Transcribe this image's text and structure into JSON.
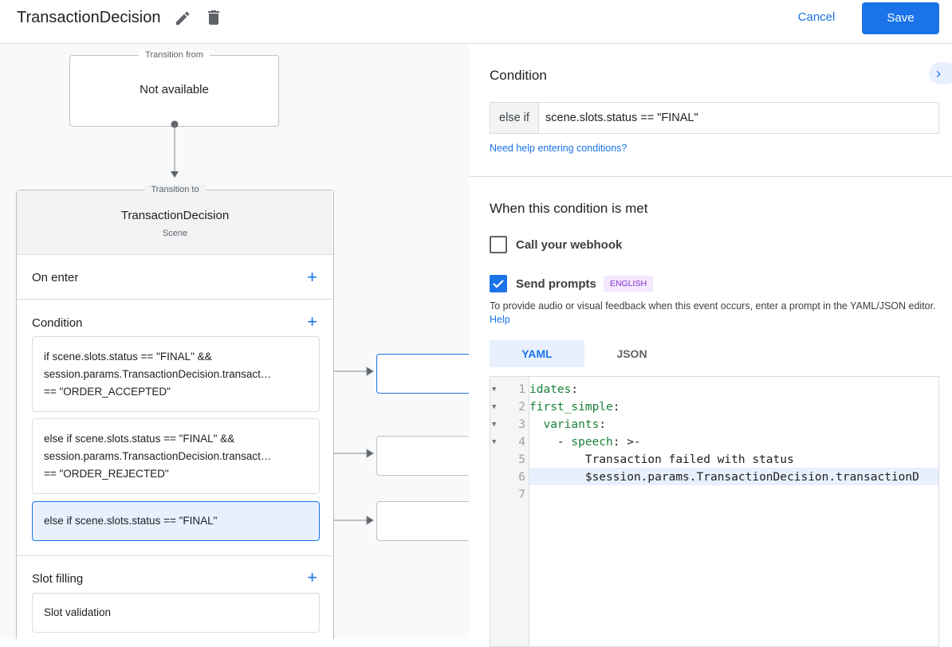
{
  "header": {
    "title": "TransactionDecision",
    "cancel_label": "Cancel",
    "save_label": "Save"
  },
  "canvas": {
    "transition_from": {
      "legend": "Transition from",
      "value": "Not available"
    },
    "scene": {
      "legend": "Transition to",
      "name": "TransactionDecision",
      "type": "Scene"
    },
    "on_enter": "On enter",
    "condition": "Condition",
    "conditions": [
      {
        "lines": [
          "if scene.slots.status == \"FINAL\" &&",
          "session.params.TransactionDecision.transact…",
          "== \"ORDER_ACCEPTED\""
        ]
      },
      {
        "lines": [
          "else if scene.slots.status == \"FINAL\" &&",
          "session.params.TransactionDecision.transact…",
          "== \"ORDER_REJECTED\""
        ]
      },
      {
        "lines": [
          "else if scene.slots.status == \"FINAL\""
        ]
      }
    ],
    "slot_filling": "Slot filling",
    "slot_validation": "Slot validation"
  },
  "panel": {
    "condition_title": "Condition",
    "condition_prefix": "else if",
    "condition_value": "scene.slots.status == \"FINAL\"",
    "help_link": "Need help entering conditions?",
    "met_title": "When this condition is met",
    "webhook": {
      "label": "Call your webhook",
      "checked": false
    },
    "prompts": {
      "label": "Send prompts",
      "checked": true,
      "badge": "ENGLISH"
    },
    "info_text": "To provide audio or visual feedback when this event occurs, enter a prompt in the YAML/JSON editor.",
    "info_link": "Help",
    "tabs": [
      {
        "label": "YAML",
        "active": true
      },
      {
        "label": "JSON",
        "active": false
      }
    ],
    "code": [
      {
        "n": "1",
        "key": "idates",
        "rest": ":"
      },
      {
        "n": "2",
        "key": "first_simple",
        "rest": ":"
      },
      {
        "n": "3",
        "indent": "  ",
        "key": "variants",
        "rest": ":"
      },
      {
        "n": "4",
        "indent": "    - ",
        "key": "speech",
        "rest": ": >-"
      },
      {
        "n": "5",
        "text": "        Transaction failed with status"
      },
      {
        "n": "6",
        "text": "        $session.params.TransactionDecision.transactionD"
      },
      {
        "n": "7",
        "text": ""
      }
    ]
  }
}
